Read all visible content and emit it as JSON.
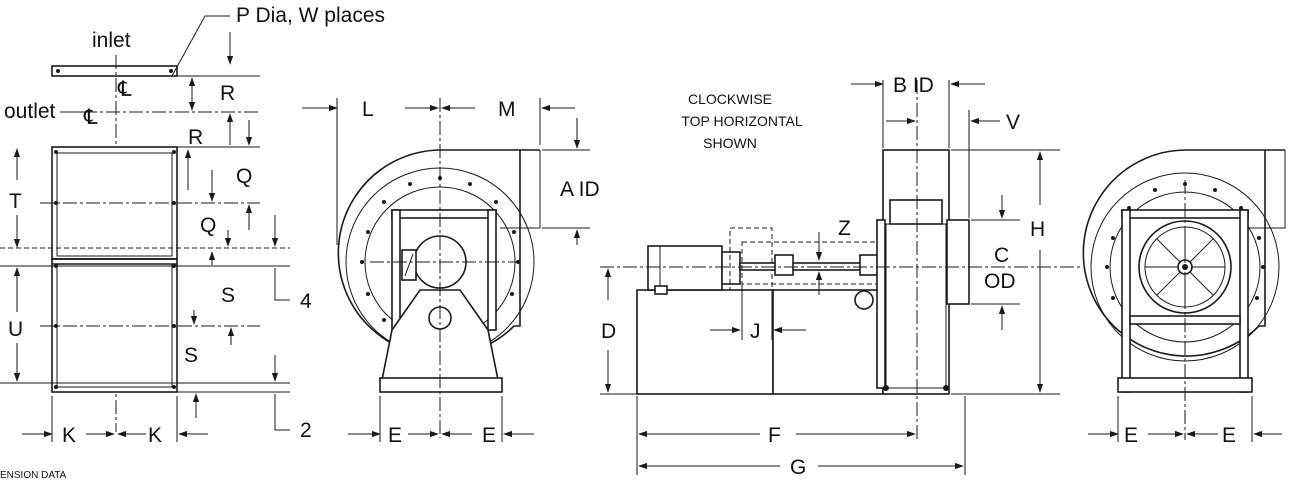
{
  "labels": {
    "inlet": "inlet",
    "outlet": "outlet",
    "p_dia": "P Dia, W places",
    "R": "R",
    "Q": "Q",
    "T": "T",
    "U": "U",
    "S": "S",
    "K": "K",
    "four": "4",
    "two": "2",
    "L": "L",
    "M": "M",
    "A_ID": "A ID",
    "E": "E",
    "B_ID": "B ID",
    "V": "V",
    "H": "H",
    "C": "C",
    "OD": "OD",
    "Z": "Z",
    "J": "J",
    "D": "D",
    "F": "F",
    "G": "G"
  },
  "note": {
    "line1": "CLOCKWISE",
    "line2": "TOP HORIZONTAL",
    "line3": "SHOWN"
  },
  "footer": "ENSION DATA"
}
